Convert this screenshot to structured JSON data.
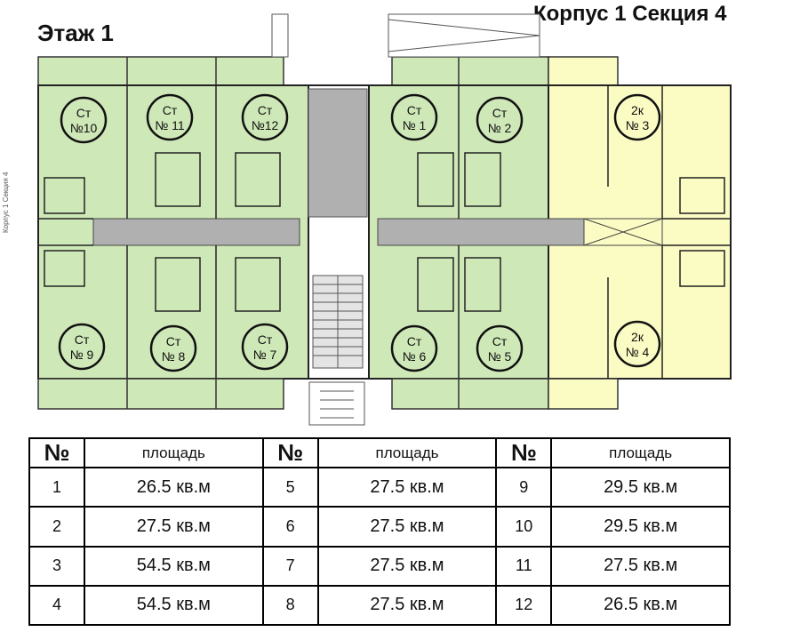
{
  "header": {
    "floor": "Этаж 1",
    "building": "Корпус 1  Секция 4"
  },
  "side_note": "Корпус 1  Секция 4",
  "colors": {
    "studio": "#cfe8b8",
    "two_room": "#fbfbc4",
    "corridor": "#b0b0b0",
    "wall": "#222222"
  },
  "units": [
    {
      "id": "10",
      "line1": "Ст",
      "line2": "№10",
      "type": "studio"
    },
    {
      "id": "11",
      "line1": "Ст",
      "line2": "№ 11",
      "type": "studio"
    },
    {
      "id": "12",
      "line1": "Ст",
      "line2": "№12",
      "type": "studio"
    },
    {
      "id": "1",
      "line1": "Ст",
      "line2": "№ 1",
      "type": "studio"
    },
    {
      "id": "2",
      "line1": "Ст",
      "line2": "№ 2",
      "type": "studio"
    },
    {
      "id": "3",
      "line1": "2к",
      "line2": "№ 3",
      "type": "two_room"
    },
    {
      "id": "9",
      "line1": "Ст",
      "line2": "№ 9",
      "type": "studio"
    },
    {
      "id": "8",
      "line1": "Ст",
      "line2": "№ 8",
      "type": "studio"
    },
    {
      "id": "7",
      "line1": "Ст",
      "line2": "№ 7",
      "type": "studio"
    },
    {
      "id": "6",
      "line1": "Ст",
      "line2": "№ 6",
      "type": "studio"
    },
    {
      "id": "5",
      "line1": "Ст",
      "line2": "№ 5",
      "type": "studio"
    },
    {
      "id": "4",
      "line1": "2к",
      "line2": "№ 4",
      "type": "two_room"
    }
  ],
  "table": {
    "num_header": "№",
    "area_header": "площадь",
    "rows": [
      [
        {
          "n": "1",
          "a": "26.5 кв.м"
        },
        {
          "n": "5",
          "a": "27.5 кв.м"
        },
        {
          "n": "9",
          "a": "29.5 кв.м"
        }
      ],
      [
        {
          "n": "2",
          "a": "27.5 кв.м"
        },
        {
          "n": "6",
          "a": "27.5 кв.м"
        },
        {
          "n": "10",
          "a": "29.5 кв.м"
        }
      ],
      [
        {
          "n": "3",
          "a": "54.5 кв.м"
        },
        {
          "n": "7",
          "a": "27.5 кв.м"
        },
        {
          "n": "11",
          "a": "27.5 кв.м"
        }
      ],
      [
        {
          "n": "4",
          "a": "54.5 кв.м"
        },
        {
          "n": "8",
          "a": "27.5 кв.м"
        },
        {
          "n": "12",
          "a": "26.5 кв.м"
        }
      ]
    ]
  }
}
